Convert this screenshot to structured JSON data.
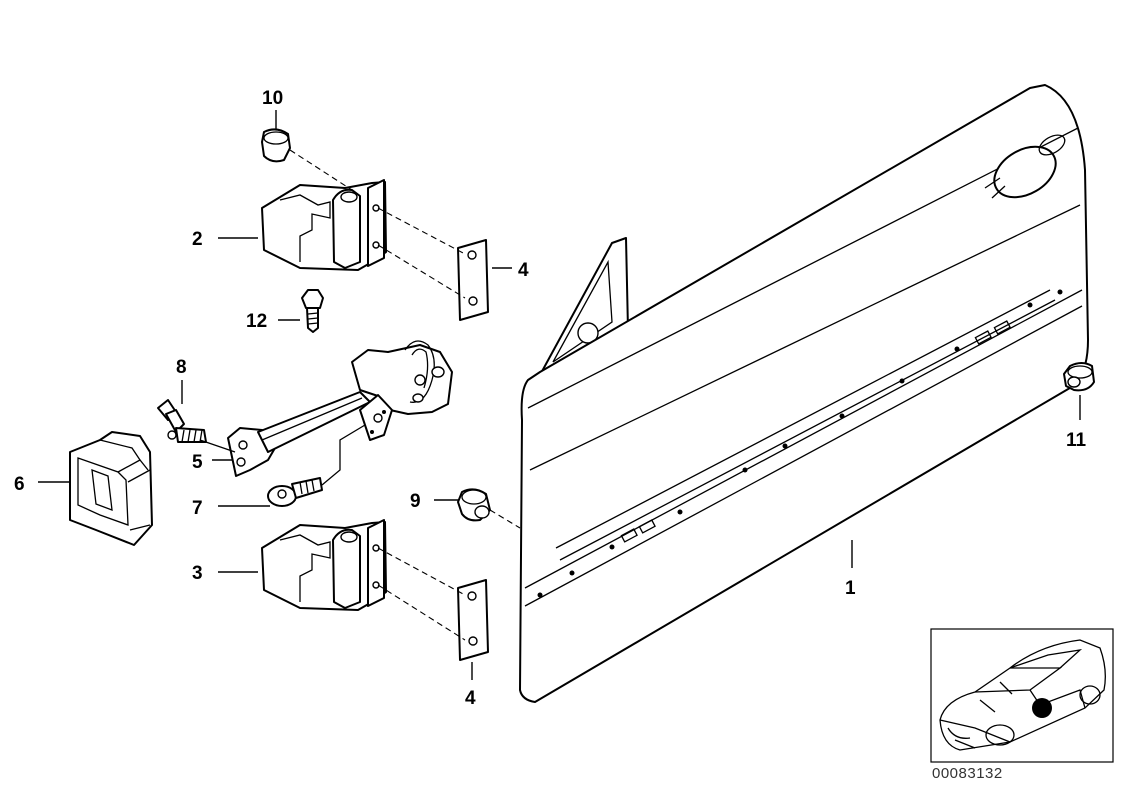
{
  "callouts": {
    "door": "1",
    "upper_hinge": "2",
    "lower_hinge": "3",
    "hinge_plate_upper": "4",
    "hinge_plate_lower": "4",
    "door_check": "5",
    "cover": "6",
    "screw_7": "7",
    "bolt_8": "8",
    "grommet_9": "9",
    "nut_10": "10",
    "plug_11": "11",
    "bolt_12": "12"
  },
  "catalog_number": "00083132",
  "colors": {
    "line": "#000000",
    "background": "#ffffff",
    "marker": "#000000"
  }
}
